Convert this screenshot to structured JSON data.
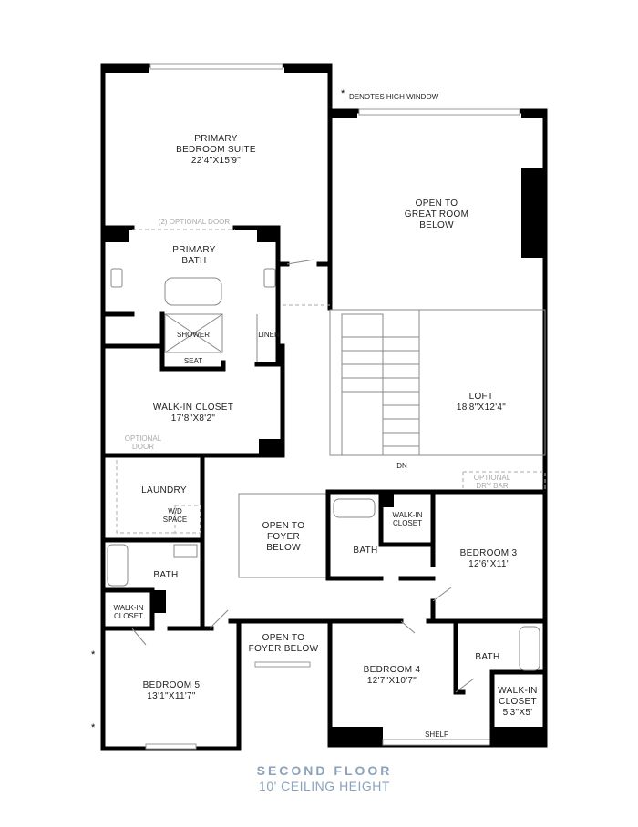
{
  "note": {
    "star": "*",
    "text": "DENOTES HIGH WINDOW"
  },
  "rooms": {
    "primary_suite": [
      "PRIMARY",
      "BEDROOM SUITE",
      "22'4\"X15'9\""
    ],
    "great_room": [
      "OPEN TO",
      "GREAT ROOM",
      "BELOW"
    ],
    "optional_door_2": "(2) OPTIONAL DOOR",
    "primary_bath": [
      "PRIMARY",
      "BATH"
    ],
    "shower": "SHOWER",
    "seat": "SEAT",
    "linen": "LINEN",
    "walkin_closet": [
      "WALK-IN CLOSET",
      "17'8\"X8'2\""
    ],
    "optional_door": [
      "OPTIONAL",
      "DOOR"
    ],
    "loft": [
      "LOFT",
      "18'8\"X12'4\""
    ],
    "dn": "DN",
    "optional_dry_bar": [
      "OPTIONAL",
      "DRY BAR"
    ],
    "laundry": "LAUNDRY",
    "wd_space": [
      "W/D",
      "SPACE"
    ],
    "foyer_open": [
      "OPEN TO",
      "FOYER",
      "BELOW"
    ],
    "bath_3": "BATH",
    "walkin_3": [
      "WALK-IN",
      "CLOSET"
    ],
    "bedroom_3": [
      "BEDROOM 3",
      "12'6\"X11'"
    ],
    "bath_5": "BATH",
    "walkin_5": [
      "WALK-IN",
      "CLOSET"
    ],
    "foyer_below_2": [
      "OPEN TO",
      "FOYER BELOW"
    ],
    "bedroom_4": [
      "BEDROOM 4",
      "12'7\"X10'7\""
    ],
    "bath_4": "BATH",
    "walkin_4": [
      "WALK-IN",
      "CLOSET",
      "5'3\"X5'"
    ],
    "bedroom_5": [
      "BEDROOM 5",
      "13'1\"X11'7\""
    ],
    "shelf": "SHELF",
    "high_window_marks": [
      "*",
      "*"
    ]
  },
  "title": {
    "floor": "SECOND FLOOR",
    "ceiling": "10' CEILING HEIGHT"
  },
  "colors": {
    "wall": "#000000",
    "title": "#8aa3bb"
  }
}
